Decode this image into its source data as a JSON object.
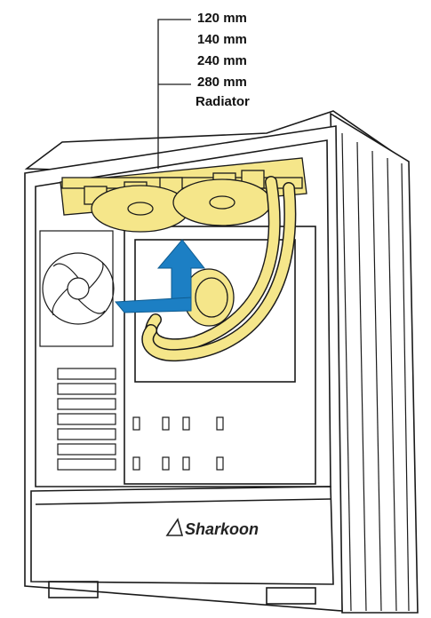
{
  "labels": {
    "sizes": [
      "120 mm",
      "140 mm",
      "240 mm",
      "280 mm"
    ],
    "radiator": "Radiator"
  },
  "brand": {
    "name": "Sharkoon"
  },
  "colors": {
    "radiator": "#f5e68a",
    "arrow": "#1c7fc4",
    "line": "#1a1a1a"
  }
}
